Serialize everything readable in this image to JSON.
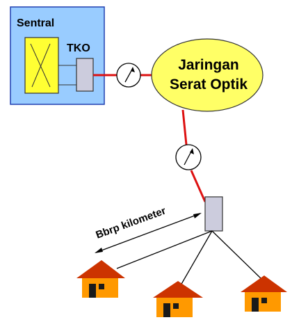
{
  "central_office": {
    "title": "Sentral",
    "terminal_label": "TKO"
  },
  "fiber_network": {
    "label_line1": "Jaringan",
    "label_line2": "Serat Optik"
  },
  "distance": {
    "label": "Bbrp kilometer"
  },
  "colors": {
    "central_box_fill": "#99ccff",
    "central_box_stroke": "#1f3fb0",
    "switch_fill": "#ffff33",
    "network_fill": "#ffff66",
    "terminal_fill": "#ccccdd",
    "fiber_link": "#dd1111",
    "roof": "#cc3300",
    "house_wall": "#ff9900"
  },
  "icons": {
    "meter": "gauge-icon",
    "house": "house-icon",
    "switch": "switch-cross-icon"
  }
}
